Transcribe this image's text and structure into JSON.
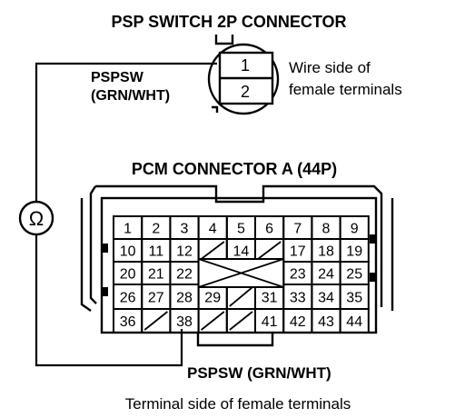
{
  "psp_connector": {
    "title": "PSP SWITCH 2P CONNECTOR",
    "pins": [
      "1",
      "2"
    ],
    "wire_label_1": "PSPSW",
    "wire_label_2": "(GRN/WHT)",
    "side_note_1": "Wire side of",
    "side_note_2": "female terminals"
  },
  "pcm_connector": {
    "title": "PCM CONNECTOR A (44P)",
    "rows": [
      [
        "1",
        "2",
        "3",
        "4",
        "5",
        "6",
        "7",
        "8",
        "9"
      ],
      [
        "10",
        "11",
        "12",
        "",
        "14",
        "",
        "17",
        "18",
        "19"
      ],
      [
        "20",
        "21",
        "22",
        "",
        "",
        "",
        "23",
        "24",
        "25"
      ],
      [
        "26",
        "27",
        "28",
        "29",
        "",
        "31",
        "33",
        "34",
        "35"
      ],
      [
        "36",
        "",
        "38",
        "",
        "",
        "41",
        "42",
        "43",
        "44"
      ]
    ],
    "bottom_label": "PSPSW (GRN/WHT)"
  },
  "ohmmeter": {
    "symbol": "Ω"
  },
  "caption": "Terminal side of female terminals"
}
